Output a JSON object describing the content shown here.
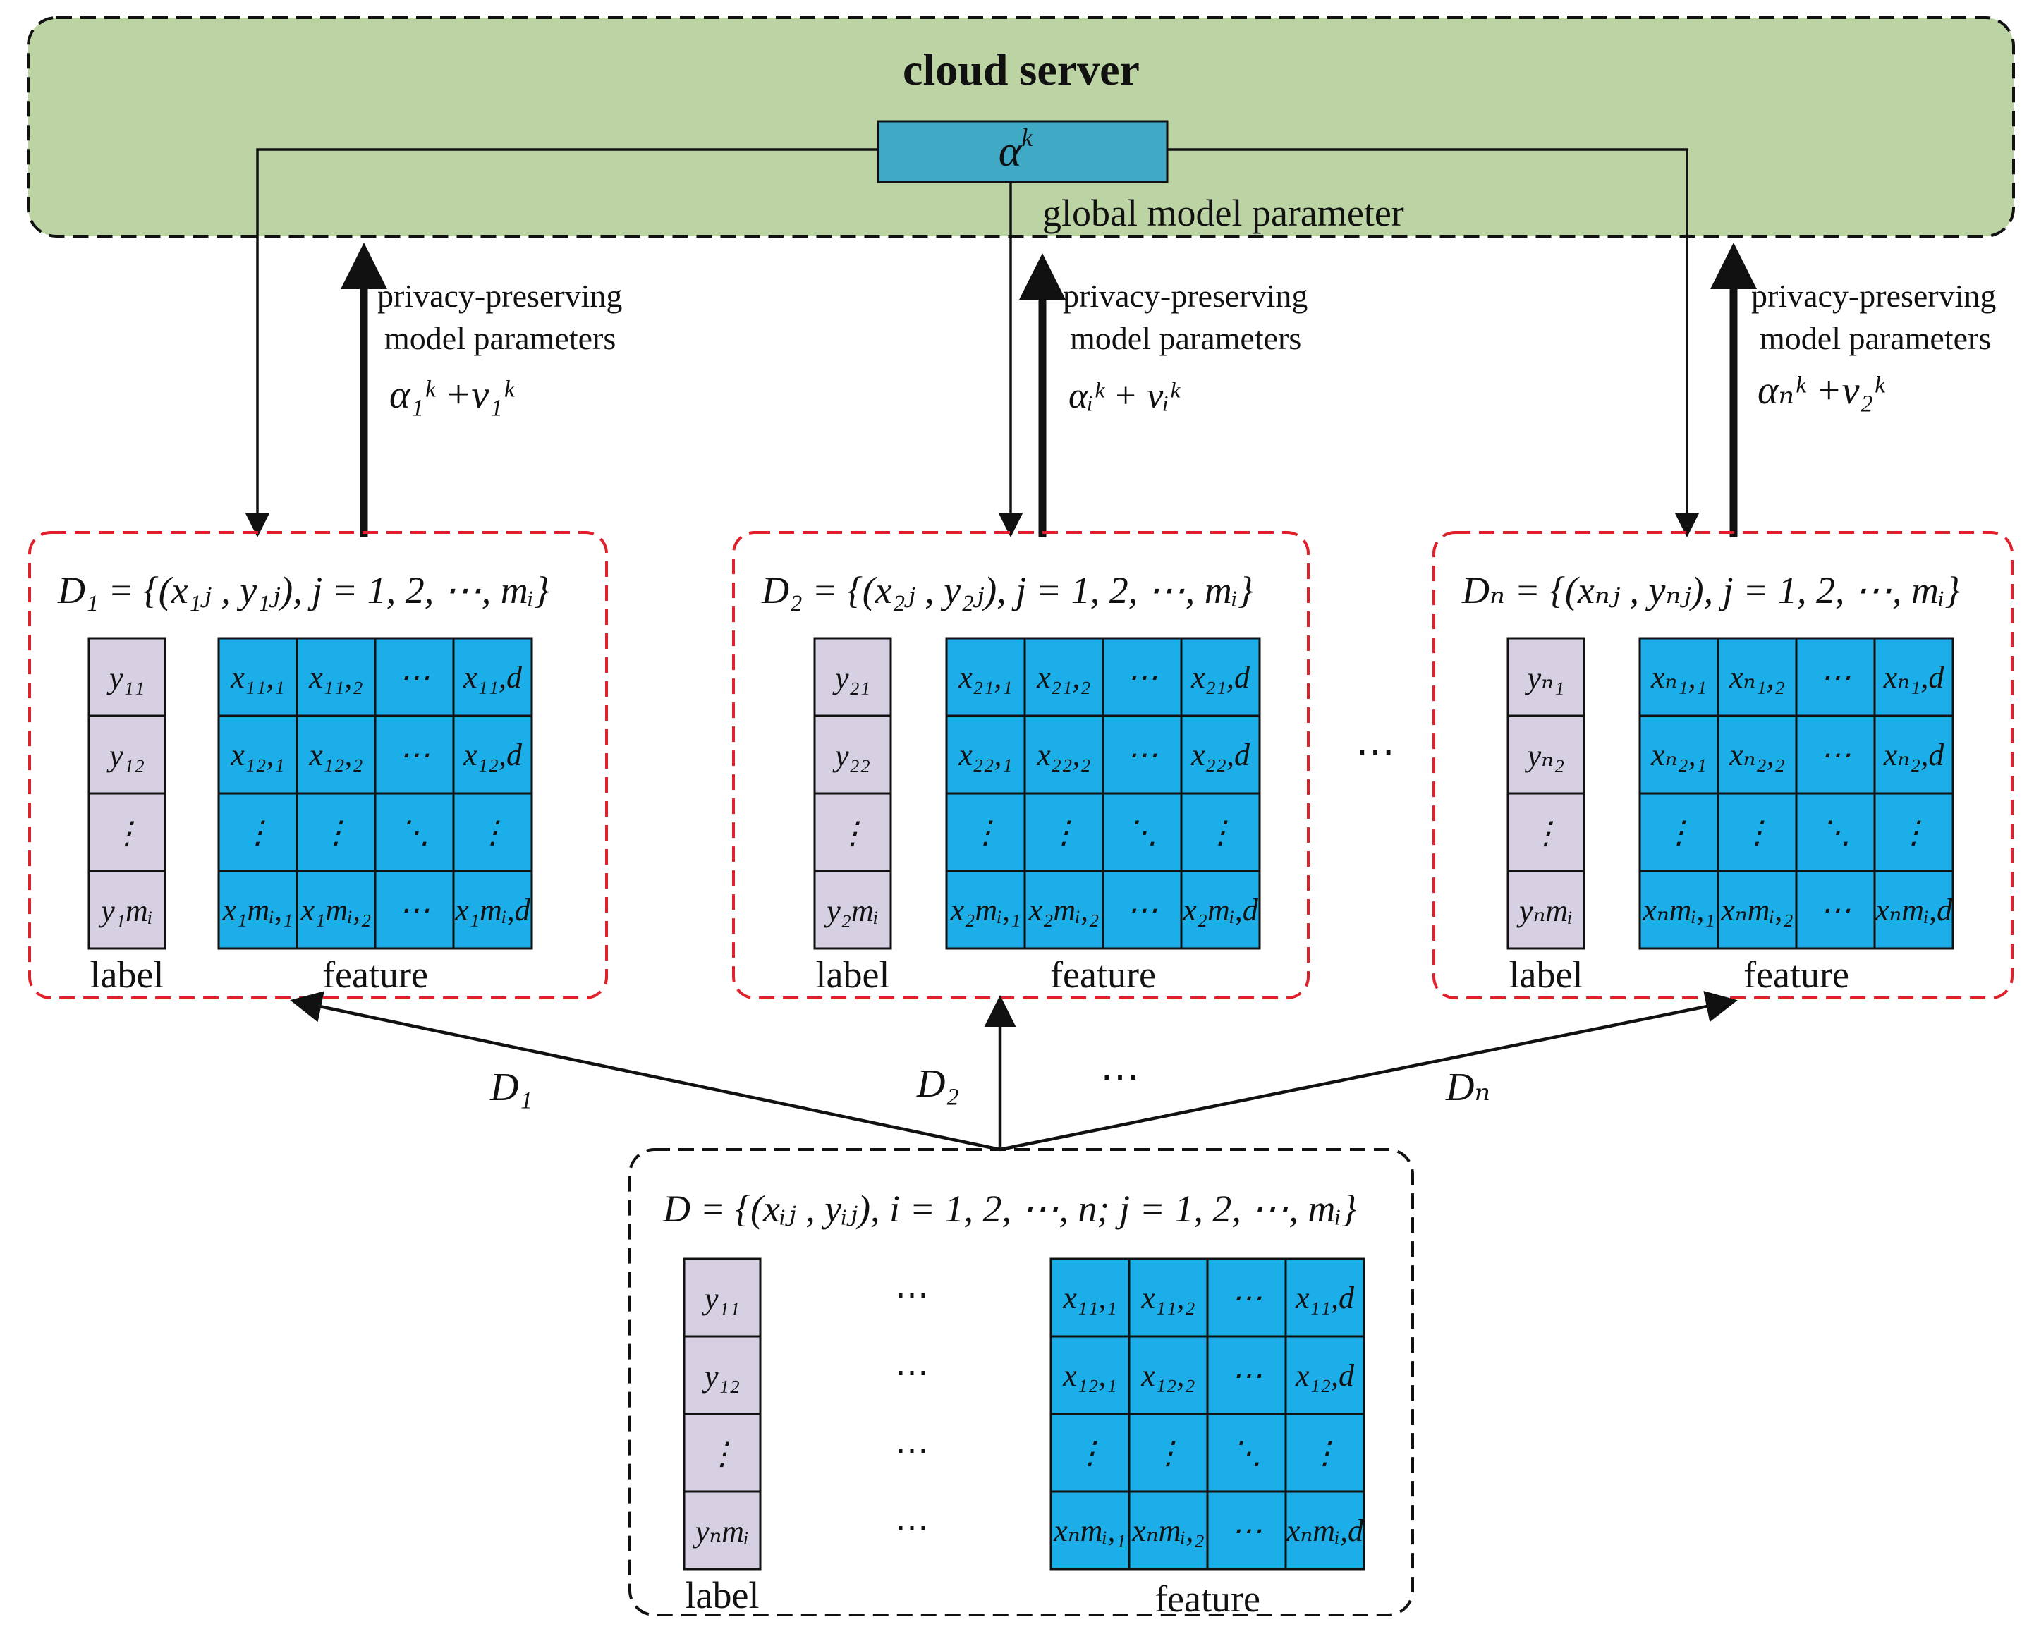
{
  "server": {
    "title": "cloud server",
    "alpha_label": "α",
    "alpha_sup": "k",
    "global_label": "global model parameter",
    "fill": "#BCD4A4",
    "alpha_fill": "#3FA9C6"
  },
  "uplinks": [
    {
      "line1": "privacy-preserving",
      "line2": "model parameters",
      "formula": "α₁ᵏ +v₁ᵏ"
    },
    {
      "line1": "privacy-preserving",
      "line2": "model parameters",
      "formula": "αᵢᵏ + vᵢᵏ"
    },
    {
      "line1": "privacy-preserving",
      "line2": "model parameters",
      "formula": "αₙᵏ +v₂ᵏ"
    }
  ],
  "clients": [
    {
      "title": "D₁ = {(x₁ⱼ , y₁ⱼ), j = 1, 2, ⋯, mᵢ}",
      "labels": [
        "y₁₁",
        "y₁₂",
        "⋮",
        "y₁mᵢ"
      ],
      "features": [
        [
          "x₁₁,₁",
          "x₁₁,₂",
          "⋯",
          "x₁₁,d"
        ],
        [
          "x₁₂,₁",
          "x₁₂,₂",
          "⋯",
          "x₁₂,d"
        ],
        [
          "⋮",
          "⋮",
          "⋱",
          "⋮"
        ],
        [
          "x₁mᵢ,₁",
          "x₁mᵢ,₂",
          "⋯",
          "x₁mᵢ,d"
        ]
      ],
      "label_caption": "label",
      "feature_caption": "feature"
    },
    {
      "title": "D₂ = {(x₂ⱼ , y₂ⱼ), j = 1, 2, ⋯, mᵢ}",
      "labels": [
        "y₂₁",
        "y₂₂",
        "⋮",
        "y₂mᵢ"
      ],
      "features": [
        [
          "x₂₁,₁",
          "x₂₁,₂",
          "⋯",
          "x₂₁,d"
        ],
        [
          "x₂₂,₁",
          "x₂₂,₂",
          "⋯",
          "x₂₂,d"
        ],
        [
          "⋮",
          "⋮",
          "⋱",
          "⋮"
        ],
        [
          "x₂mᵢ,₁",
          "x₂mᵢ,₂",
          "⋯",
          "x₂mᵢ,d"
        ]
      ],
      "label_caption": "label",
      "feature_caption": "feature"
    },
    {
      "title": "Dₙ = {(xₙⱼ , yₙⱼ), j = 1, 2, ⋯, mᵢ}",
      "labels": [
        "yₙ₁",
        "yₙ₂",
        "⋮",
        "yₙmᵢ"
      ],
      "features": [
        [
          "xₙ₁,₁",
          "xₙ₁,₂",
          "⋯",
          "xₙ₁,d"
        ],
        [
          "xₙ₂,₁",
          "xₙ₂,₂",
          "⋯",
          "xₙ₂,d"
        ],
        [
          "⋮",
          "⋮",
          "⋱",
          "⋮"
        ],
        [
          "xₙmᵢ,₁",
          "xₙmᵢ,₂",
          "⋯",
          "xₙmᵢ,d"
        ]
      ],
      "label_caption": "label",
      "feature_caption": "feature"
    }
  ],
  "between_clients_ellipsis": "⋯",
  "distribution": {
    "labels": [
      "D₁",
      "D₂",
      "⋯",
      "Dₙ"
    ]
  },
  "dataset": {
    "title": "D = {(xᵢⱼ , yᵢⱼ), i = 1, 2, ⋯, n; j = 1, 2, ⋯, mᵢ}",
    "labels": [
      "y₁₁",
      "y₁₂",
      "⋮",
      "yₙmᵢ"
    ],
    "middle_dots": [
      "⋯",
      "⋯",
      "⋯",
      "⋯"
    ],
    "features": [
      [
        "x₁₁,₁",
        "x₁₁,₂",
        "⋯",
        "x₁₁,d"
      ],
      [
        "x₁₂,₁",
        "x₁₂,₂",
        "⋯",
        "x₁₂,d"
      ],
      [
        "⋮",
        "⋮",
        "⋱",
        "⋮"
      ],
      [
        "xₙmᵢ,₁",
        "xₙmᵢ,₂",
        "⋯",
        "xₙmᵢ,d"
      ]
    ],
    "label_caption": "label",
    "feature_caption": "feature"
  },
  "colors": {
    "label_cell": "#D7D0E3",
    "feature_cell": "#1BAEE8",
    "client_border": "#E0202A",
    "dashed_border": "#111111"
  }
}
